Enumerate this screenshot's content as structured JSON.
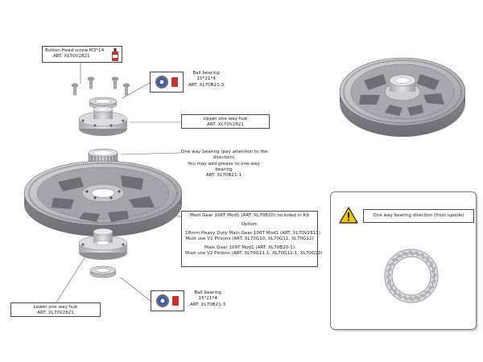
{
  "labels": {
    "screw": {
      "line1": "Button Head screw M3*14",
      "line2": "ART. XL70V2821"
    },
    "bearing_top": {
      "line1": "Ball bearing",
      "line2": "15*21*4",
      "line3": "ART. XL70B21-3"
    },
    "upper_hub": {
      "line1": "Upper one way hub",
      "line2": "ART. XL70V2821"
    },
    "one_way_bearing": {
      "line1": "One way bearing (pay attention to the",
      "line2": "direction)",
      "line3": "You may add grease to one-way",
      "line4": "bearing",
      "line5": "ART. XL70B21-1"
    },
    "main_gear": {
      "line1": "Main Gear 106T Mod1 (ART. XL70B20) included in Kit",
      "line2": "Option:",
      "line3": "18mm Heavy Duty Main Gear 106T Mod1 (ART. XL70V2811)",
      "line4": "Must use V1 Pinions (ART. XL70G10, XL70G11, XL70G12)",
      "line5": "Main Gear 109T Mod1 (ART. XL70B20-1)",
      "line6": "Must use V2 Pinions (ART. XL70G11-1, XL70G12-1, XL70G13)"
    },
    "lower_hub": {
      "line1": "Lower one way hub",
      "line2": "ART. XL70V2821"
    },
    "bearing_bottom": {
      "line1": "Ball bearing",
      "line2": "15*21*4",
      "line3": "ART. XL70B21-3"
    }
  },
  "direction_panel": {
    "label": "One way bearing direction (from upside)"
  },
  "colors": {
    "gear_face": "#b4b4b8",
    "gear_side": "#8e8e94",
    "gear_dark": "#6a6a70",
    "hub": "#c8c8cc",
    "line": "#555555",
    "warning_yellow": "#f2c200",
    "loctite_red": "#c8322a",
    "bearing_blue": "#2a55c8"
  },
  "icons": [
    "threadlock-bottle-icon",
    "ball-bearing-icon",
    "warning-icon",
    "one-way-bearing-direction-icon"
  ]
}
